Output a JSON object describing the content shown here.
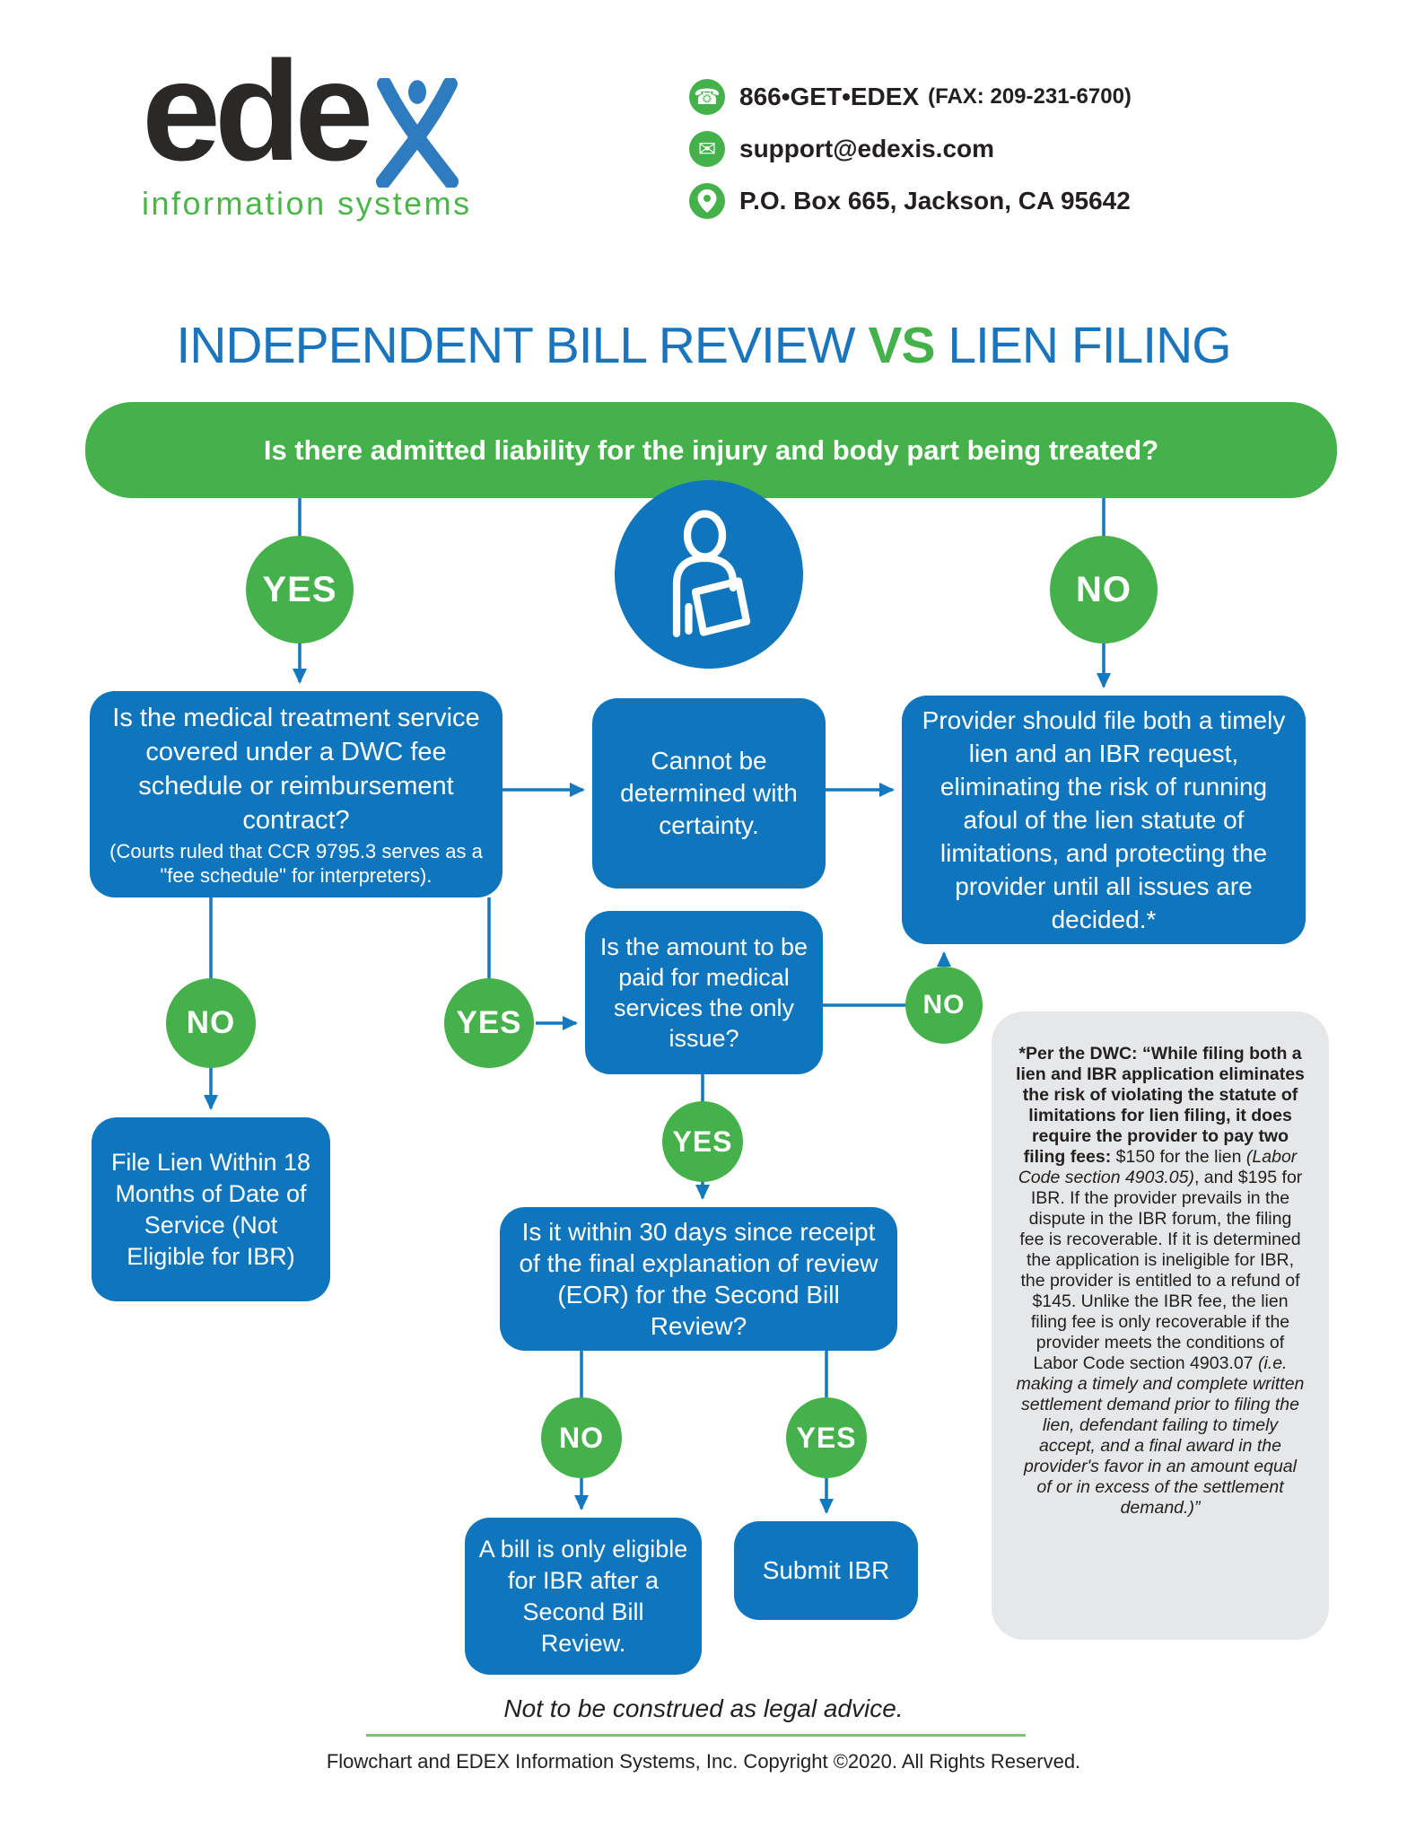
{
  "header": {
    "logo_word": "ede",
    "logo_tagline": "information systems",
    "contact": {
      "phone": "866•GET•EDEX",
      "fax": "(FAX: 209-231-6700)",
      "email": "support@edexis.com",
      "address": "P.O. Box 665, Jackson, CA 95642"
    }
  },
  "title": {
    "part1": "INDEPENDENT BILL REVIEW ",
    "vs": "VS",
    "part2": " LIEN FILING"
  },
  "flowchart": {
    "banner": "Is there admitted liability for the injury and body part being treated?",
    "labels": {
      "yes1": "YES",
      "no1": "NO",
      "no2": "NO",
      "yes2": "YES",
      "no3": "NO",
      "yes3": "YES",
      "no4": "NO",
      "yes4": "YES"
    },
    "boxes": {
      "medical_main": "Is the medical treatment service covered under a DWC fee schedule or reimbursement contract?",
      "medical_note": "(Courts ruled that CCR 9795.3 serves as a \"fee schedule\" for interpreters).",
      "cannot": "Cannot be determined with certainty.",
      "provider": "Provider should file both a timely lien and an IBR request, eliminating the risk of running afoul of the lien statute of limitations, and protecting the provider until all issues are decided.*",
      "amount": "Is the amount to be paid for medical services the only issue?",
      "file_lien": "File Lien Within 18 Months of Date of Service (Not Eligible for IBR)",
      "thirty_days": "Is it within 30 days since receipt of the final explanation of review (EOR) for the Second Bill Review?",
      "second_bill": "A bill is only eligible for IBR after a Second Bill Review.",
      "submit_ibr": "Submit IBR"
    },
    "note": {
      "parts": [
        {
          "style": "bold",
          "text": "*Per the DWC: “While filing both a lien and IBR application eliminates the risk of violating the statute of limitations for lien filing, it does require the provider to pay two filing fees: "
        },
        {
          "style": "normal",
          "text": "$150 for the lien "
        },
        {
          "style": "italic",
          "text": "(Labor Code section 4903.05)"
        },
        {
          "style": "normal",
          "text": ", and $195 for IBR. If the provider prevails in the dispute in the IBR forum, the filing fee is recoverable. If it is determined the application is ineligible for IBR, the provider is entitled to a refund of $145. Unlike the IBR fee, the lien filing fee is only recoverable if the provider meets the conditions of Labor Code section 4903.07 "
        },
        {
          "style": "italic",
          "text": "(i.e. making a timely and complete written settlement demand prior to filing the lien, defendant failing to timely accept, and a final award in the provider's favor in an amount equal of or in excess of the settlement demand.)”"
        }
      ]
    }
  },
  "footer": {
    "disclaimer": "Not to be construed as legal advice.",
    "copyright": "Flowchart and EDEX Information Systems, Inc. Copyright ©2020. All Rights Reserved."
  },
  "colors": {
    "green": "#45b14a",
    "blue": "#0f76bd",
    "title_blue": "#1b75bc",
    "note_bg": "#e6e7e8",
    "text_dark": "#231f20"
  }
}
